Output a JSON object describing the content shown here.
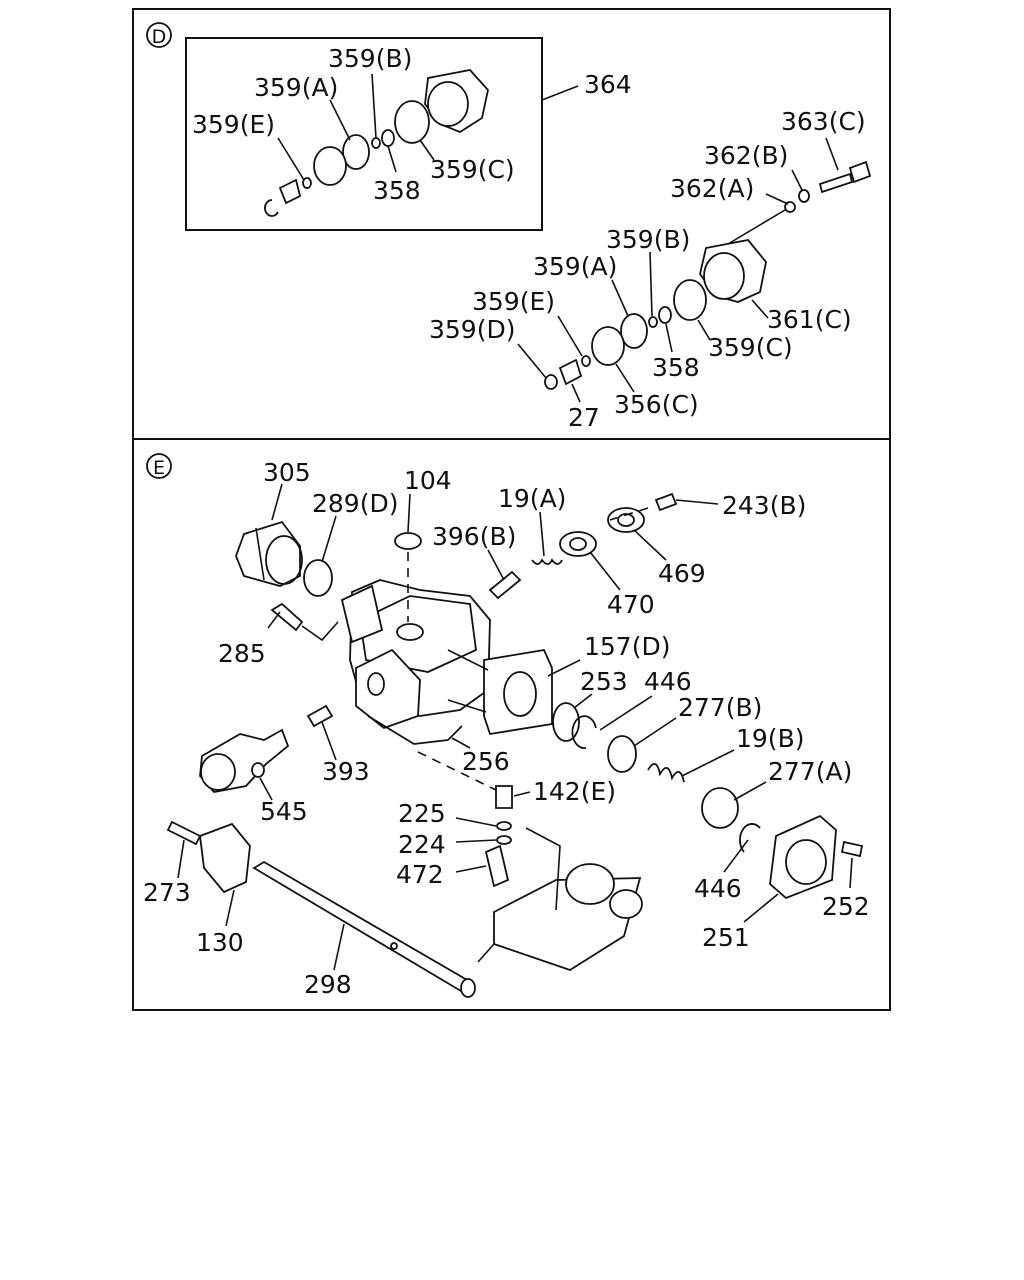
{
  "section_d": {
    "marker": "D",
    "subassembly_number": "364",
    "inset_labels": [
      "359(B)",
      "359(A)",
      "359(E)",
      "358",
      "359(C)"
    ],
    "labels": [
      "363(C)",
      "362(B)",
      "362(A)",
      "359(B)",
      "359(A)",
      "359(E)",
      "359(D)",
      "361(C)",
      "359(C)",
      "358",
      "356(C)",
      "27"
    ]
  },
  "section_e": {
    "marker": "E",
    "labels": [
      "305",
      "104",
      "289(D)",
      "19(A)",
      "243(B)",
      "396(B)",
      "469",
      "470",
      "285",
      "157(D)",
      "253",
      "446",
      "277(B)",
      "19(B)",
      "277(A)",
      "393",
      "256",
      "545",
      "142(E)",
      "225",
      "224",
      "472",
      "273",
      "130",
      "298",
      "446",
      "252",
      "251"
    ]
  }
}
